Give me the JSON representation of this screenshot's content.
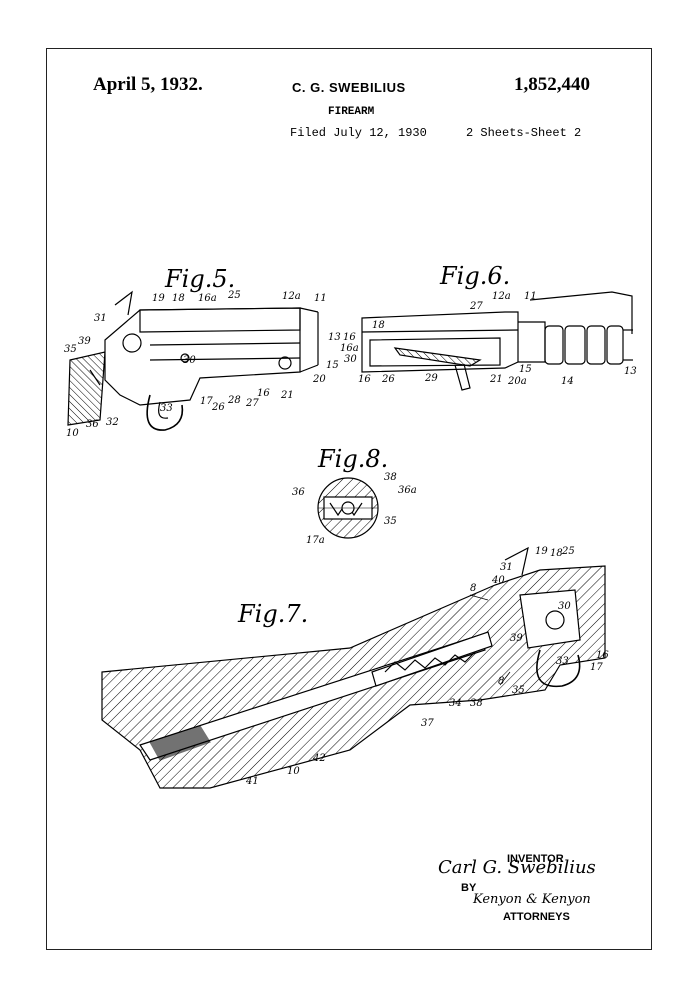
{
  "header": {
    "date": "April 5, 1932.",
    "inventor_name": "C. G. SWEBILIUS",
    "patent_number": "1,852,440",
    "title": "FIREARM",
    "filed": "Filed July 12, 1930",
    "sheets": "2 Sheets-Sheet  2"
  },
  "figures": {
    "fig5": "Fig.5.",
    "fig6": "Fig.6.",
    "fig7": "Fig.7.",
    "fig8": "Fig.8."
  },
  "labels": {
    "f5": [
      "19",
      "18",
      "16a",
      "25",
      "12a",
      "11",
      "31",
      "39",
      "35",
      "13",
      "30",
      "15",
      "20",
      "17",
      "26",
      "28",
      "27",
      "16",
      "21",
      "33",
      "10",
      "36",
      "32"
    ],
    "f6": [
      "18",
      "16",
      "16a",
      "30",
      "16",
      "26",
      "27",
      "12a",
      "11",
      "29",
      "15",
      "21",
      "20a",
      "14",
      "13"
    ],
    "f8": [
      "38",
      "36",
      "36a",
      "35",
      "17a"
    ],
    "f7": [
      "19",
      "18",
      "25",
      "31",
      "8",
      "40",
      "30",
      "39",
      "33",
      "16",
      "17",
      "8",
      "35",
      "38",
      "34",
      "37",
      "42",
      "10",
      "41"
    ]
  },
  "signature": {
    "inventor_label": "INVENTOR",
    "inventor_signature": "Carl G. Swebilius",
    "by_label": "BY",
    "attorney_signature": "Kenyon & Kenyon",
    "attorneys_label": "ATTORNEYS"
  }
}
